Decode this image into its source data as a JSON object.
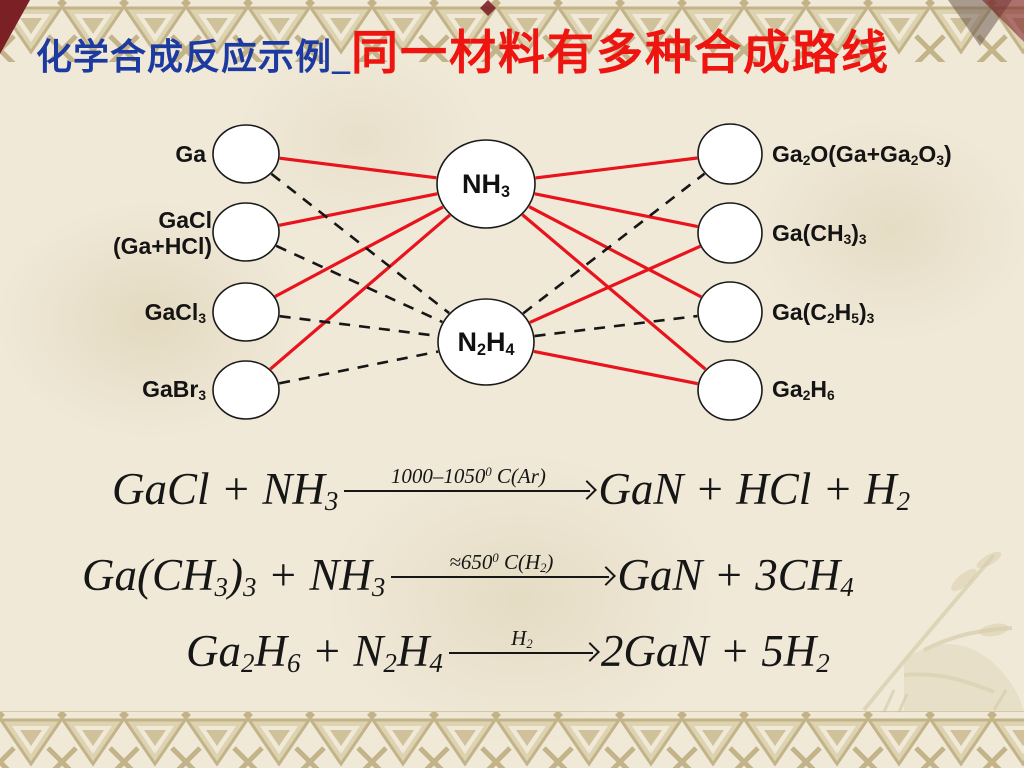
{
  "slide": {
    "title_prefix": "化学合成反应示例_",
    "title_highlight": "同一材料有多种合成路线"
  },
  "colors": {
    "title_blue": "#1c3aa0",
    "title_red": "#ee1511",
    "edge_red": "#e8131d",
    "edge_black": "#161616",
    "node_fill": "#ffffff",
    "node_stroke": "#1a1a1a"
  },
  "diagram": {
    "nodes": {
      "L1": {
        "label": [
          [
            "Ga",
            "b"
          ]
        ]
      },
      "L2": {
        "label": [
          [
            "GaCl",
            "b"
          ]
        ],
        "label2": [
          [
            "(Ga+HCl)",
            "b"
          ]
        ]
      },
      "L3": {
        "label": [
          [
            "GaCl",
            "b"
          ],
          [
            "3",
            "s"
          ]
        ]
      },
      "L4": {
        "label": [
          [
            "GaBr",
            "b"
          ],
          [
            "3",
            "s"
          ]
        ]
      },
      "C1": {
        "label": [
          [
            "NH",
            "b"
          ],
          [
            "3",
            "s"
          ]
        ]
      },
      "C2": {
        "label": [
          [
            "N",
            "b"
          ],
          [
            "2",
            "s"
          ],
          [
            "H",
            "b"
          ],
          [
            "4",
            "s"
          ]
        ]
      },
      "R1": {
        "label": [
          [
            "Ga",
            "b"
          ],
          [
            "2",
            "s"
          ],
          [
            "O(Ga+Ga",
            "b"
          ],
          [
            "2",
            "s"
          ],
          [
            "O",
            "b"
          ],
          [
            "3",
            "s"
          ],
          [
            ")",
            "b"
          ]
        ]
      },
      "R2": {
        "label": [
          [
            "Ga(CH",
            "b"
          ],
          [
            "3",
            "s"
          ],
          [
            ")",
            "b"
          ],
          [
            "3",
            "s"
          ]
        ]
      },
      "R3": {
        "label": [
          [
            "Ga(C",
            "b"
          ],
          [
            "2",
            "s"
          ],
          [
            "H",
            "b"
          ],
          [
            "5",
            "s"
          ],
          [
            ")",
            "b"
          ],
          [
            "3",
            "s"
          ]
        ]
      },
      "R4": {
        "label": [
          [
            "Ga",
            "b"
          ],
          [
            "2",
            "s"
          ],
          [
            "H",
            "b"
          ],
          [
            "6",
            "s"
          ]
        ]
      }
    },
    "edges": [
      {
        "from": "L1",
        "to": "C1",
        "style": "red"
      },
      {
        "from": "L2",
        "to": "C1",
        "style": "red"
      },
      {
        "from": "L3",
        "to": "C1",
        "style": "red"
      },
      {
        "from": "L4",
        "to": "C1",
        "style": "red"
      },
      {
        "from": "C1",
        "to": "R1",
        "style": "red"
      },
      {
        "from": "C1",
        "to": "R2",
        "style": "red"
      },
      {
        "from": "C1",
        "to": "R3",
        "style": "red"
      },
      {
        "from": "C1",
        "to": "R4",
        "style": "red"
      },
      {
        "from": "C2",
        "to": "R2",
        "style": "red"
      },
      {
        "from": "C2",
        "to": "R4",
        "style": "red"
      },
      {
        "from": "L1",
        "to": "C2",
        "style": "dashed"
      },
      {
        "from": "L2",
        "to": "C2",
        "style": "dashed"
      },
      {
        "from": "L3",
        "to": "C2",
        "style": "dashed"
      },
      {
        "from": "L4",
        "to": "C2",
        "style": "dashed"
      },
      {
        "from": "C2",
        "to": "R1",
        "style": "dashed"
      },
      {
        "from": "C2",
        "to": "R3",
        "style": "dashed"
      }
    ]
  },
  "equations": [
    {
      "lhs": [
        [
          "GaCl + NH",
          "b"
        ],
        [
          "3",
          "s"
        ]
      ],
      "condition": [
        [
          "1000–1050",
          "b"
        ],
        [
          "0",
          "u"
        ],
        [
          " C(Ar)",
          "b"
        ]
      ],
      "rhs": [
        [
          "GaN + HCl + H",
          "b"
        ],
        [
          "2",
          "s"
        ]
      ]
    },
    {
      "lhs": [
        [
          "Ga(CH",
          "b"
        ],
        [
          "3",
          "s"
        ],
        [
          ")",
          "b"
        ],
        [
          "3",
          "s"
        ],
        [
          " + NH",
          "b"
        ],
        [
          "3",
          "s"
        ]
      ],
      "condition": [
        [
          "≈650",
          "b"
        ],
        [
          "0",
          "u"
        ],
        [
          " C(H",
          "b"
        ],
        [
          "2",
          "s"
        ],
        [
          ")",
          "b"
        ]
      ],
      "rhs": [
        [
          "GaN + 3CH",
          "b"
        ],
        [
          "4",
          "s"
        ]
      ]
    },
    {
      "lhs": [
        [
          "Ga",
          "b"
        ],
        [
          "2",
          "s"
        ],
        [
          "H",
          "b"
        ],
        [
          "6",
          "s"
        ],
        [
          " + N",
          "b"
        ],
        [
          "2",
          "s"
        ],
        [
          "H",
          "b"
        ],
        [
          "4",
          "s"
        ]
      ],
      "condition": [
        [
          "H",
          "b"
        ],
        [
          "2",
          "s"
        ]
      ],
      "rhs": [
        [
          "2GaN + 5H",
          "b"
        ],
        [
          "2",
          "s"
        ]
      ]
    }
  ]
}
